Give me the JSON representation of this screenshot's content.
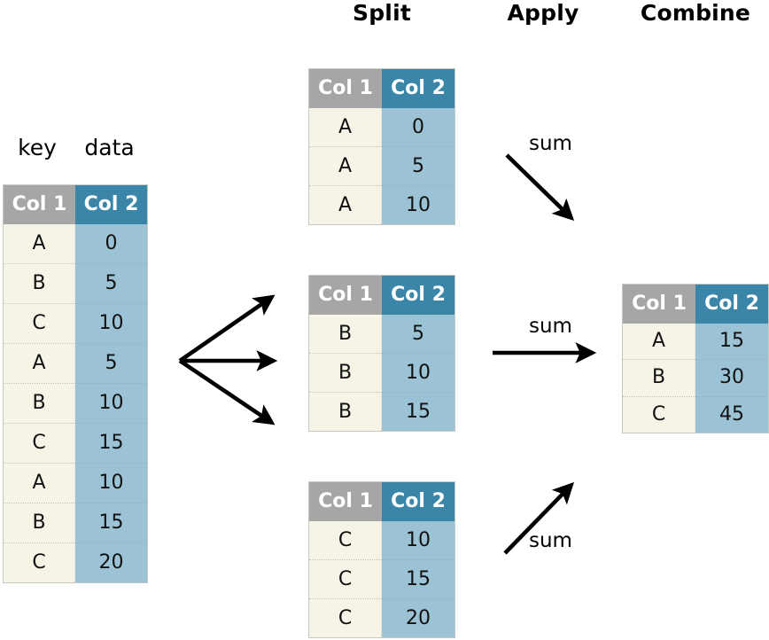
{
  "sections": {
    "split": "Split",
    "apply": "Apply",
    "combine": "Combine"
  },
  "captions": {
    "key": "key",
    "data": "data"
  },
  "headers": {
    "col1": "Col 1",
    "col2": "Col 2"
  },
  "colors": {
    "header_key": "#a6a6a6",
    "header_data": "#3b86a8",
    "cell_key": "#f5f4e6",
    "cell_data": "#9cc3d5",
    "text": "#111111",
    "arrow": "#000000",
    "background": "#ffffff"
  },
  "tables": {
    "source": {
      "name": "source-table",
      "columns": [
        "Col 1",
        "Col 2"
      ],
      "rows": [
        [
          "A",
          "0"
        ],
        [
          "B",
          "5"
        ],
        [
          "C",
          "10"
        ],
        [
          "A",
          "5"
        ],
        [
          "B",
          "10"
        ],
        [
          "C",
          "15"
        ],
        [
          "A",
          "10"
        ],
        [
          "B",
          "15"
        ],
        [
          "C",
          "20"
        ]
      ]
    },
    "group_a": {
      "name": "split-group-a",
      "columns": [
        "Col 1",
        "Col 2"
      ],
      "rows": [
        [
          "A",
          "0"
        ],
        [
          "A",
          "5"
        ],
        [
          "A",
          "10"
        ]
      ]
    },
    "group_b": {
      "name": "split-group-b",
      "columns": [
        "Col 1",
        "Col 2"
      ],
      "rows": [
        [
          "B",
          "5"
        ],
        [
          "B",
          "10"
        ],
        [
          "B",
          "15"
        ]
      ]
    },
    "group_c": {
      "name": "split-group-c",
      "columns": [
        "Col 1",
        "Col 2"
      ],
      "rows": [
        [
          "C",
          "10"
        ],
        [
          "C",
          "15"
        ],
        [
          "C",
          "20"
        ]
      ]
    },
    "result": {
      "name": "combine-result-table",
      "columns": [
        "Col 1",
        "Col 2"
      ],
      "rows": [
        [
          "A",
          "15"
        ],
        [
          "B",
          "30"
        ],
        [
          "C",
          "45"
        ]
      ]
    }
  },
  "arrows": {
    "apply_a_label": "sum",
    "apply_b_label": "sum",
    "apply_c_label": "sum"
  }
}
